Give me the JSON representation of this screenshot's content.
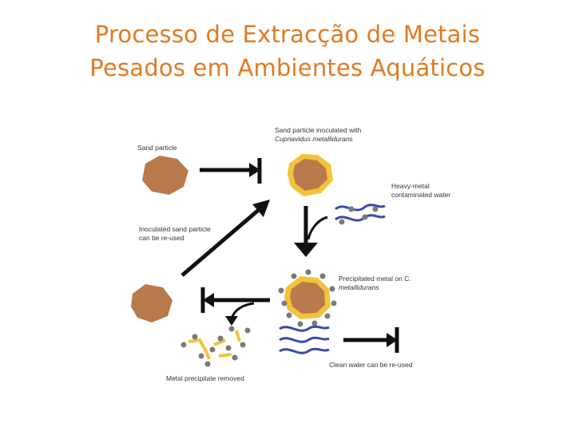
{
  "title": {
    "line1": "Processo de Extracção de Metais",
    "line2": "Pesados em Ambientes Aquáticos"
  },
  "diagram": {
    "labels": {
      "sand_particle": "Sand particle",
      "inoculated_line1": "Sand particle inoculated with",
      "inoculated_line2": "Cupriavidus metallidurans",
      "heavy_metal_line1": "Heavy-metal",
      "heavy_metal_line2": "contaminated water",
      "reuse_line1": "Inoculated sand particle",
      "reuse_line2": "can be re-used",
      "precipitated_line1": "Precipitated metal on C.",
      "precipitated_line2": "metallidurans",
      "clean_water": "Clean water can be re-used",
      "metal_removed": "Metal precipitate removed"
    },
    "colors": {
      "title": "#e07a22",
      "sand": "#b87a4a",
      "bacteria_coating": "#f2c33a",
      "water": "#3a4aa8",
      "metal": "#7a7a7a",
      "arrow": "#111111"
    }
  }
}
